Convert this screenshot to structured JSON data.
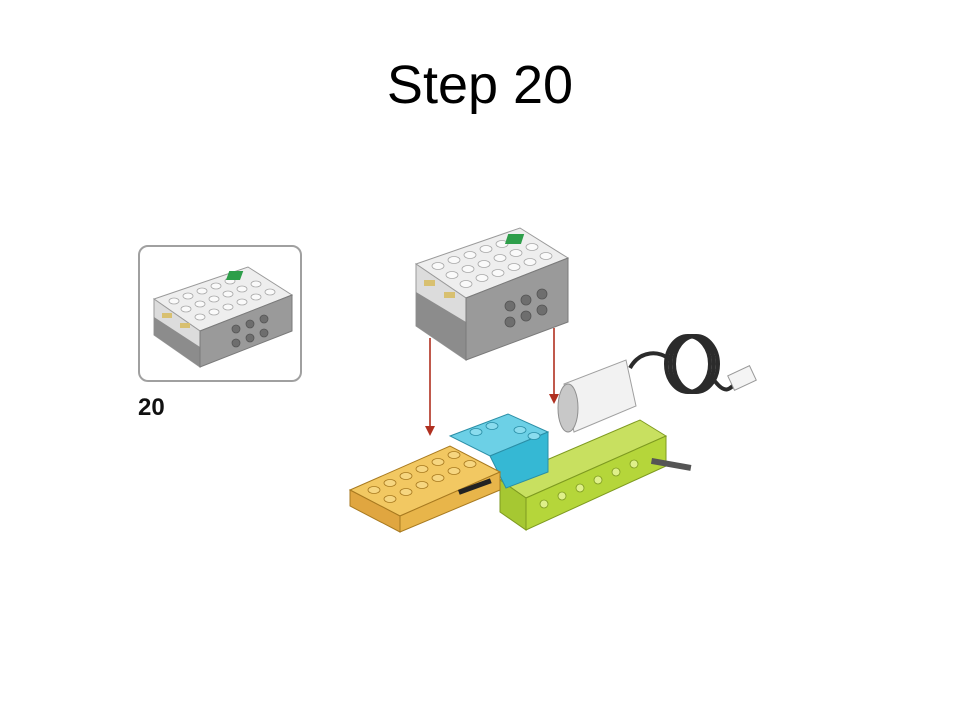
{
  "slide": {
    "title": "Step 20",
    "step_number": "20"
  },
  "icons": {
    "callout_part": "smarthub-icon",
    "main_model": "lego-model-illustration",
    "arrows": "placement-arrow-icon"
  },
  "colors": {
    "arrow": "#b03020",
    "hub_white": "#e6e6e6",
    "hub_gray": "#8c8c8c",
    "hub_green": "#2e9e4a",
    "yellow": "#e8b54a",
    "blue": "#35b8d4",
    "lime": "#b5d63a",
    "cable": "#2b2b2b"
  }
}
